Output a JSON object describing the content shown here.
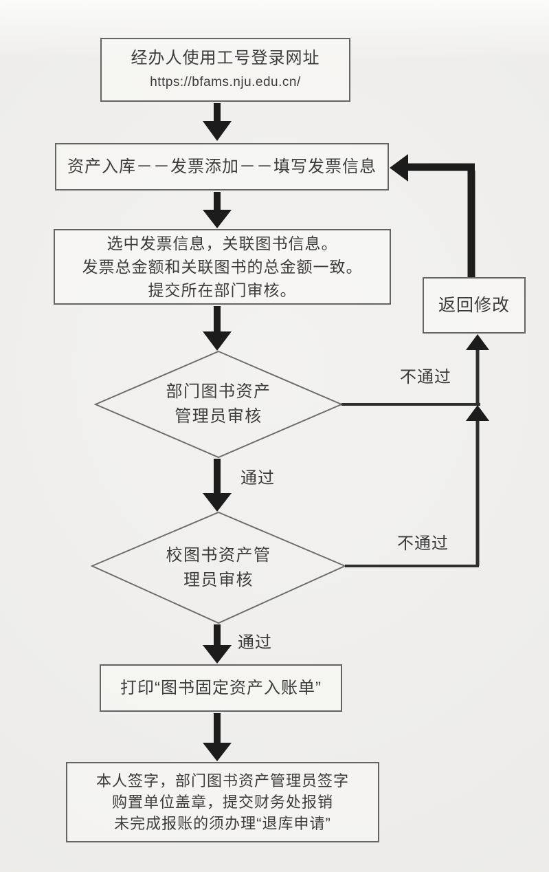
{
  "diagram": {
    "type": "flowchart",
    "nodes": {
      "login": {
        "shape": "rect",
        "lines": [
          "经办人使用工号登录网址",
          "https://bfams.nju.edu.cn/"
        ]
      },
      "invoice_entry": {
        "shape": "rect",
        "lines": [
          "资产入库－－发票添加－－填写发票信息"
        ]
      },
      "link_books": {
        "shape": "rect",
        "lines": [
          "选中发票信息，关联图书信息。",
          "发票总金额和关联图书的总金额一致。",
          "提交所在部门审核。"
        ]
      },
      "dept_review": {
        "shape": "diamond",
        "lines": [
          "部门图书资产",
          "管理员审核"
        ]
      },
      "school_review": {
        "shape": "diamond",
        "lines": [
          "校图书资产管",
          "理员审核"
        ]
      },
      "print_receipt": {
        "shape": "rect",
        "lines": [
          "打印“图书固定资产入账单”"
        ]
      },
      "sign_submit": {
        "shape": "rect",
        "lines": [
          "本人签字，部门图书资产管理员签字",
          "购置单位盖章，提交财务处报销",
          "未完成报账的须办理“退库申请”"
        ]
      },
      "return_modify": {
        "shape": "rect",
        "lines": [
          "返回修改"
        ]
      }
    },
    "edge_labels": {
      "pass_1": "通过",
      "pass_2": "通过",
      "fail_1": "不通过",
      "fail_2": "不通过"
    },
    "colors": {
      "background": "#efeeec",
      "box_border": "#646464",
      "diamond_border": "#6e6e6e",
      "arrow": "#1c1c1c",
      "fail_line": "#2e2e2e",
      "text": "#3c3c3c"
    }
  }
}
